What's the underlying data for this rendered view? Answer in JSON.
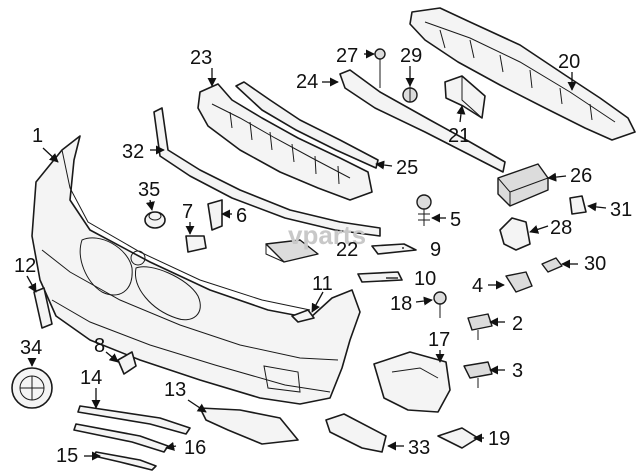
{
  "watermark": "vparts",
  "callouts": {
    "c1": "1",
    "c2": "2",
    "c3": "3",
    "c4": "4",
    "c5": "5",
    "c6": "6",
    "c7": "7",
    "c8": "8",
    "c9": "9",
    "c10": "10",
    "c11": "11",
    "c12": "12",
    "c13": "13",
    "c14": "14",
    "c15": "15",
    "c16": "16",
    "c17": "17",
    "c18": "18",
    "c19": "19",
    "c20": "20",
    "c21": "21",
    "c22": "22",
    "c23": "23",
    "c24": "24",
    "c25": "25",
    "c26": "26",
    "c27": "27",
    "c28": "28",
    "c29": "29",
    "c30": "30",
    "c31": "31",
    "c32": "32",
    "c33": "33",
    "c34": "34",
    "c35": "35"
  },
  "colors": {
    "line": "#1a1a1a",
    "fill": "#f4f4f4",
    "watermark": "#c8c8c8"
  }
}
